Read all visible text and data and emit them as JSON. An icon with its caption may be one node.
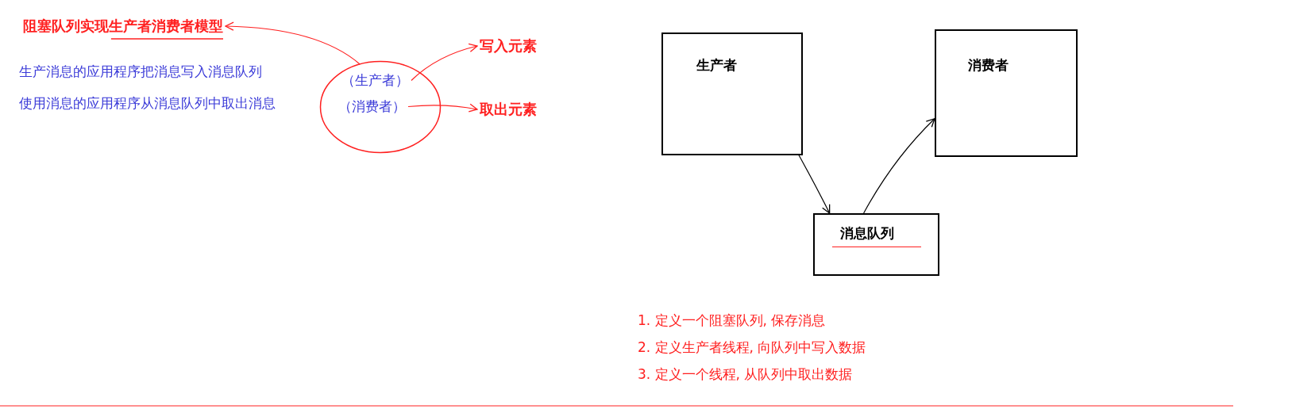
{
  "diagram": {
    "nodes": [
      {
        "text": [
          "阻塞队列实现生产者消费者模型"
        ]
      },
      {
        "text": [],
        "shape": "circle"
      },
      {
        "text": [
          "（生产者）"
        ],
        "in": 1
      },
      {
        "text": [
          "（消费者）"
        ],
        "in": 1
      },
      {
        "text": [
          "写入元素"
        ]
      },
      {
        "text": [
          "取出元素"
        ]
      },
      {
        "text": [
          "生产者"
        ]
      },
      {
        "text": [
          "消费者"
        ]
      },
      {
        "text": [
          "消息队列"
        ]
      }
    ],
    "edges": [
      {
        "from": 1,
        "to": 0,
        "arrow": "to"
      },
      {
        "from": 2,
        "to": 4,
        "arrow": "to"
      },
      {
        "from": 3,
        "to": 5,
        "arrow": "to"
      },
      {
        "from": 6,
        "to": 8,
        "arrow": "to",
        "color": "#000000"
      },
      {
        "from": 8,
        "to": 7,
        "arrow": "to",
        "color": "#000000"
      }
    ],
    "labels": [
      "生产消息的应用程序把消息写入消息队列",
      "使用消息的应用程序从消息队列中取出消息",
      "1. 定义一个阻塞队列, 保存消息",
      "2. 定义生产者线程, 向队列中写入数据",
      "3. 定义一个线程, 从队列中取出数据"
    ]
  }
}
